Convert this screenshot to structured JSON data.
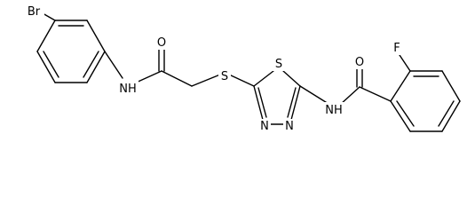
{
  "figure": {
    "type": "chemical-structure"
  },
  "atom_labels": {
    "br": "Br",
    "o_amide": "O",
    "nh_amide": "NH",
    "s_thioether": "S",
    "s_ring": "S",
    "n_ring_a": "N",
    "n_ring_b": "N",
    "nh_benzamide": "NH",
    "o_benzamide": "O",
    "f": "F"
  },
  "colors": {
    "bond": "#000000",
    "label": "#000000",
    "background": "#ffffff"
  }
}
